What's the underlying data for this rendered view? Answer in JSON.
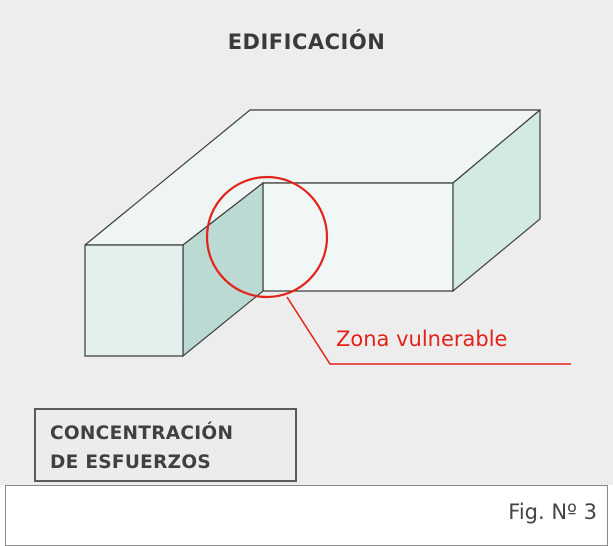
{
  "title": "EDIFICACIÓN",
  "callout": {
    "label": "Zona vulnerable"
  },
  "stress_box": {
    "line1": "CONCENTRACIÓN",
    "line2": "DE ESFUERZOS"
  },
  "caption": {
    "figure_number": "Fig. Nº 3"
  },
  "colors": {
    "panel_bg": "#ededed",
    "block_top": "#eef5f3",
    "block_front": "#e3f0ed",
    "block_side": "#bcdad4",
    "block_inner": "#f1f7f5",
    "edge": "#3d3d3d",
    "accent": "#e2231a"
  }
}
